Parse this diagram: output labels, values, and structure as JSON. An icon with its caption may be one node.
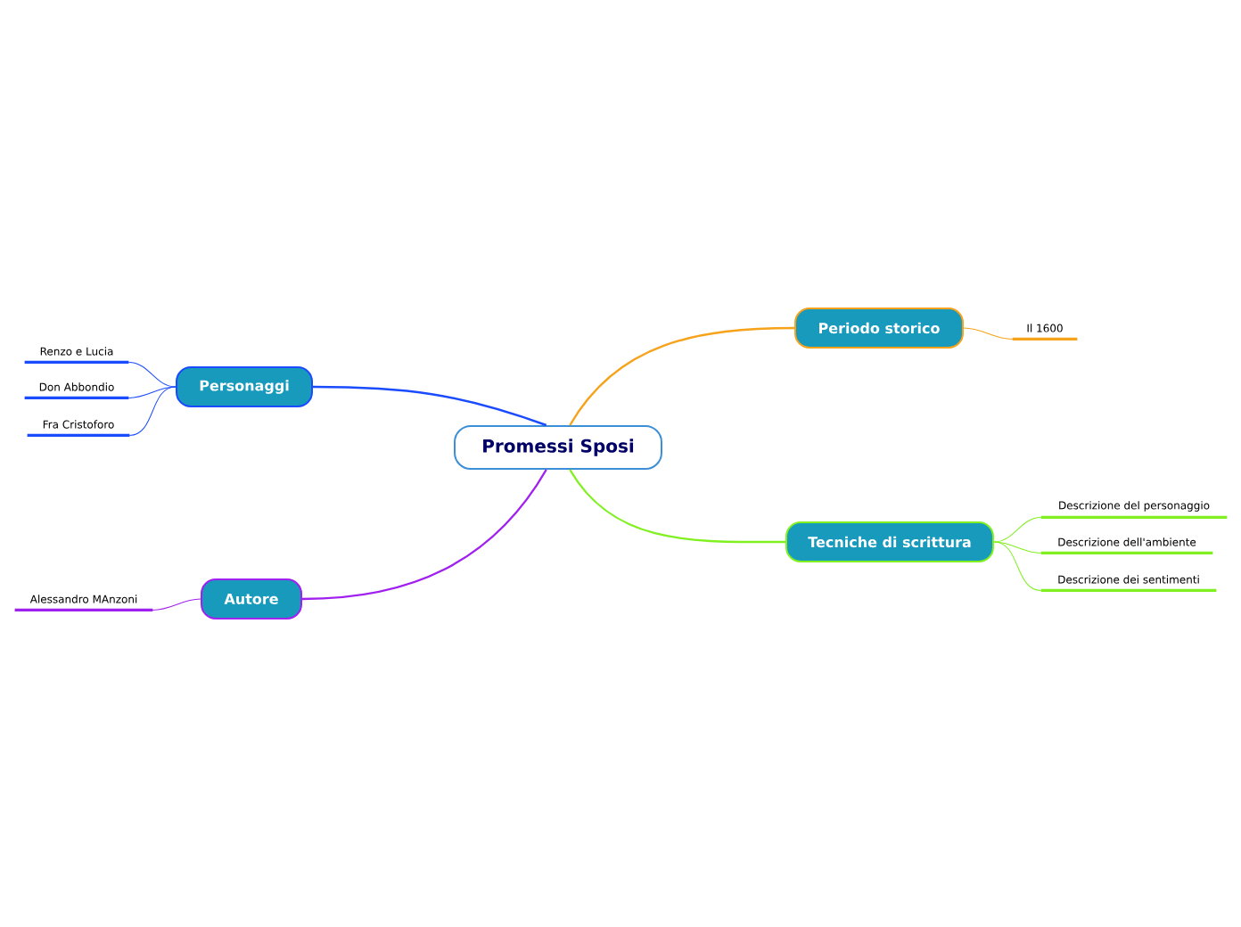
{
  "diagram": {
    "nodes": [
      {
        "text": [
          "Promessi Sposi"
        ]
      },
      {
        "text": [
          "Periodo storico"
        ]
      },
      {
        "text": [
          "Il 1600"
        ]
      },
      {
        "text": [
          "Tecniche di scrittura"
        ]
      },
      {
        "text": [
          "Descrizione del personaggio"
        ]
      },
      {
        "text": [
          "Descrizione dell'ambiente"
        ]
      },
      {
        "text": [
          "Descrizione dei sentimenti"
        ]
      },
      {
        "text": [
          "Personaggi"
        ]
      },
      {
        "text": [
          "Renzo e Lucia"
        ]
      },
      {
        "text": [
          "Don Abbondio"
        ]
      },
      {
        "text": [
          "Fra Cristoforo"
        ]
      },
      {
        "text": [
          "Autore"
        ]
      },
      {
        "text": [
          "Alessandro MAnzoni"
        ]
      }
    ],
    "edges": [
      {
        "from": 0,
        "to": 1,
        "arrow": "none",
        "color": "#f7a21b"
      },
      {
        "from": 1,
        "to": 2,
        "arrow": "none",
        "color": "#f7a21b"
      },
      {
        "from": 0,
        "to": 3,
        "arrow": "none",
        "color": "#80f020"
      },
      {
        "from": 3,
        "to": 4,
        "arrow": "none",
        "color": "#80f020"
      },
      {
        "from": 3,
        "to": 5,
        "arrow": "none",
        "color": "#80f020"
      },
      {
        "from": 3,
        "to": 6,
        "arrow": "none",
        "color": "#80f020"
      },
      {
        "from": 0,
        "to": 7,
        "arrow": "none",
        "color": "#1b4bff"
      },
      {
        "from": 7,
        "to": 8,
        "arrow": "none",
        "color": "#1b4bff"
      },
      {
        "from": 7,
        "to": 9,
        "arrow": "none",
        "color": "#1b4bff"
      },
      {
        "from": 7,
        "to": 10,
        "arrow": "none",
        "color": "#1b4bff"
      },
      {
        "from": 0,
        "to": 11,
        "arrow": "none",
        "color": "#a020f0"
      },
      {
        "from": 11,
        "to": 12,
        "arrow": "none",
        "color": "#a020f0"
      }
    ]
  }
}
